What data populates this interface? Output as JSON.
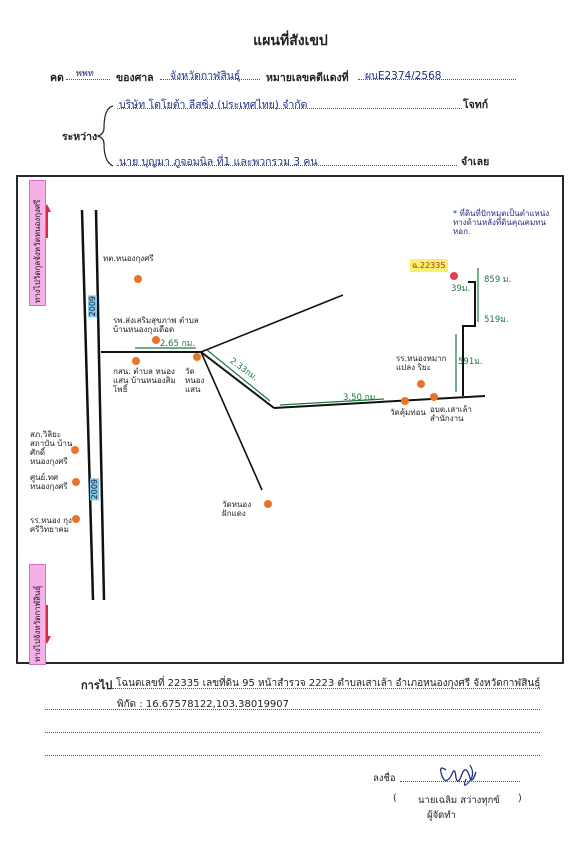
{
  "doc": {
    "title": "แผนที่สังเขป",
    "case_prefix": "คด",
    "case_handwritten": "พพท",
    "court_label": "ของศาล",
    "court_value": "จังหวัดกาฬสินธุ์",
    "red_case_label": "หมายเลขคดีแดงที่",
    "red_case_value": "ผบE2374/2568",
    "between_label": "ระหว่าง",
    "plaintiff_value": "บริษัท โตโยต้า ลีสซิ่ง (ประเทศไทย) จำกัด",
    "plaintiff_label": "โจทก์",
    "defendant_value": "นาย บุญมา ภูจอมนิล ที่1 และพวกรวม 3 คน",
    "defendant_label": "จำเลย"
  },
  "map": {
    "side_top": "ทางไปวัดกุลจังหวัดหนองกุงศรี",
    "side_bottom": "ทางไปจังหวัดกาฬสินธุ์",
    "road_top": "2009",
    "road_bottom": "2009",
    "note": "* ที่ดินที่ปักหมุดเป็นตำแหน่ง ทางด้านหลังที่ดินคุณคมทน หอก.",
    "parcel": "ฉ.22335",
    "dist_a": "2.65 กม.",
    "dist_b": "2.33กม.",
    "dist_c": "3.50 กม.",
    "dist_d": "39ม.",
    "dist_e": "859 ม.",
    "dist_f": "519ม.",
    "dist_g": "591ม.",
    "place_1": "ทต.หนองกุงศรี",
    "place_2": "รพ.ส่งเสริมสุขภาพ ตำบลบ้านหนองกุงเดือด",
    "place_3": "กสน. ตำบล หนองแสน บ้านหนองสิมโพธิ์",
    "place_4": "วัดหนองแสน",
    "place_5": "รร.หนองหมากแปลง ริยะ",
    "place_6": "วัดคุ้มท่อน",
    "place_7": "อบต.เสาเล้า สำนักงาน",
    "place_8": "สภ.วิลิยะสถาบัน บ้านศักดิ์ หนองกุงศรี",
    "place_9": "ศูนย์.ทศ หนองกุงศรี",
    "place_10": "รร.หนอง กุงศรีวิทยาคม",
    "place_11": "วัดหนอง ฝักแดง"
  },
  "footer": {
    "to_label": "การไป",
    "to_value": "โฉนดเลขที่ 22335 เลขที่ดิน 95 หน้าสำรวจ 2223 ตำบลเสาเล้า อำเภอหนองกุงศรี  จังหวัดกาฬสินธุ์",
    "coords_value": "พิกัด : 16.67578122,103.38019907",
    "sign_label": "ลงชื่อ",
    "signer_name": "นายเฉลิม  สว่างทุกข์",
    "signer_role": "ผู้จัดทำ",
    "paren_open": "(",
    "paren_close": ")"
  },
  "colors": {
    "route": "#1a7a3c",
    "marker": "#e8742a",
    "arrow": "#d42a3a",
    "highlight_pink": "#f6b0e8",
    "highlight_blue": "#80c8ee",
    "highlight_yellow": "#f7f06a"
  }
}
